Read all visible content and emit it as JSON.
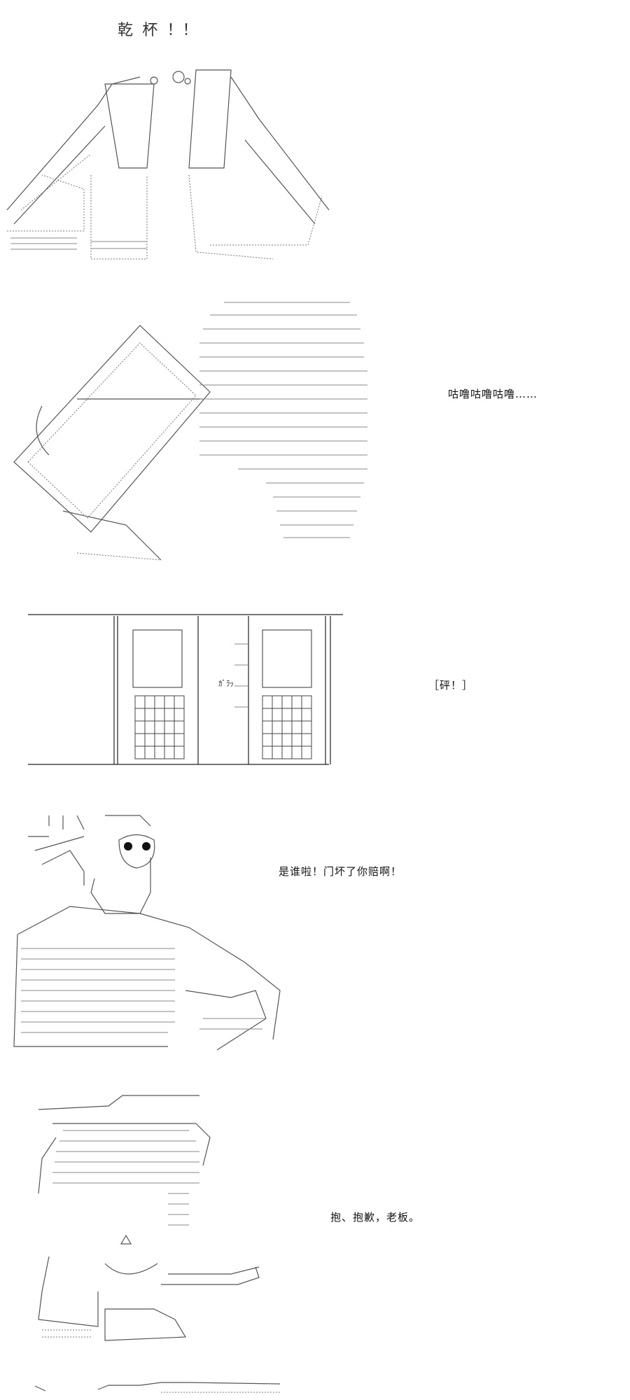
{
  "panels": [
    {
      "id": "toast",
      "caption": "",
      "title_text": "乾 杯 ！！"
    },
    {
      "id": "drink",
      "caption": "咕噜咕噜咕噜……"
    },
    {
      "id": "door",
      "caption": "［砰！］",
      "sfx": "ｶﾞﾗｯ"
    },
    {
      "id": "boss",
      "caption": "是谁啦！门坏了你赔啊！"
    },
    {
      "id": "apology",
      "caption": "抱、抱歉，老板。"
    },
    {
      "id": "partial",
      "caption": ""
    }
  ]
}
